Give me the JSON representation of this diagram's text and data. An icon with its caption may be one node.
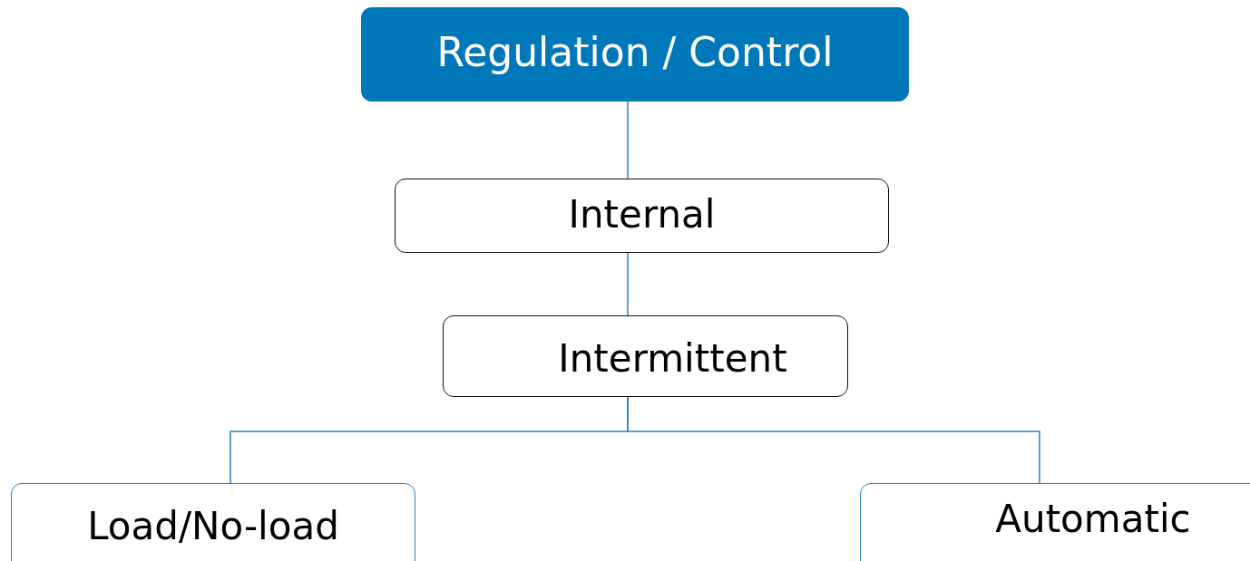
{
  "diagram": {
    "nodes": [
      {
        "text": [
          "Regulation / Control"
        ]
      },
      {
        "text": [
          "Internal"
        ]
      },
      {
        "text": [
          "Intermittent"
        ]
      },
      {
        "text": [
          "Load/No-load"
        ]
      },
      {
        "text": [
          "Automatic"
        ]
      }
    ],
    "edges": [
      {
        "from": 0,
        "to": 1,
        "arrow": "none"
      },
      {
        "from": 1,
        "to": 2,
        "arrow": "none"
      },
      {
        "from": 2,
        "to": 3,
        "arrow": "none"
      },
      {
        "from": 2,
        "to": 4,
        "arrow": "none"
      }
    ]
  }
}
